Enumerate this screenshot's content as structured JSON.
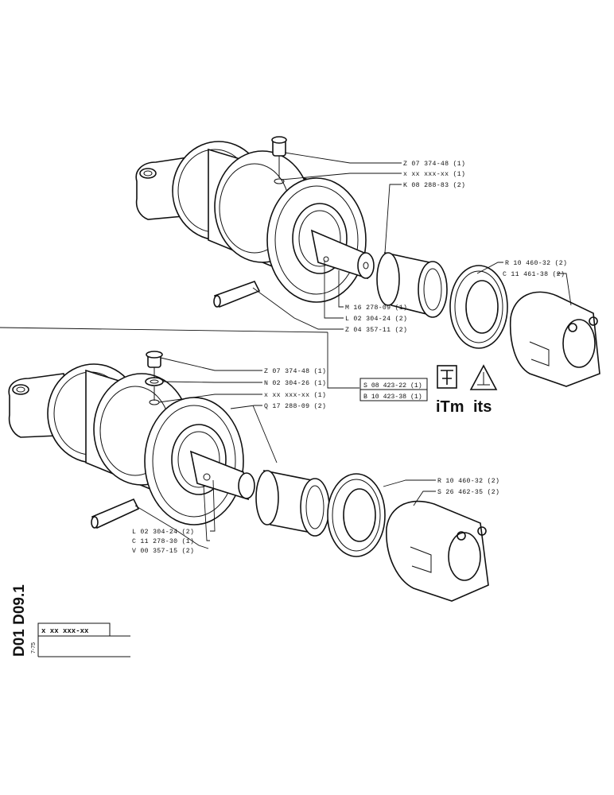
{
  "upper_assembly": {
    "labels": [
      "Z 07 374-48 (1)",
      "x xx xxx-xx (1)",
      "K 08 288-83 (2)",
      "R 10 460-32 (2)",
      "C 11 461-38 (2)",
      "M 16 278-09 (1)",
      "L 02 304-24 (2)",
      "Z 04 357-11 (2)"
    ]
  },
  "lower_assembly": {
    "labels": [
      "Z 07 374-48 (1)",
      "N 02 304-26 (1)",
      "x xx xxx-xx (1)",
      "Q 17 288-09 (2)",
      "R 10 460-32 (2)",
      "S 26 462-35 (2)",
      "L 02 304-24 (2)",
      "C 11 278-30 (1)",
      "V 00 357-15 (2)"
    ]
  },
  "common_box": {
    "rows": [
      "S 08 423-22 (1)",
      "B 10 423-38 (1)"
    ]
  },
  "logos": {
    "left_text": "iTm",
    "right_text": "its"
  },
  "side_title": "D01 D09.1",
  "side_date": "7-75",
  "title_block": {
    "code": "x xx  xxx-xx"
  }
}
